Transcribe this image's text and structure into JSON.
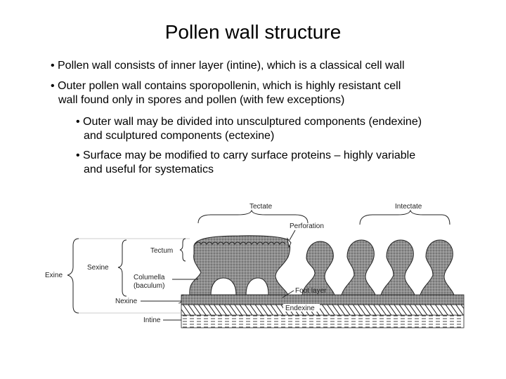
{
  "slide": {
    "title": "Pollen wall structure",
    "bullets": [
      {
        "bullet": "•",
        "line1": "Pollen wall consists of inner layer (intine), which is a classical cell wall",
        "line2": ""
      },
      {
        "bullet": "•",
        "line1": "Outer pollen wall contains sporopollenin, which is highly resistant cell",
        "line2": "wall found only in spores and pollen (with few exceptions)"
      },
      {
        "bullet": "•",
        "line1": "Outer wall may be divided into unsculptured components (endexine)",
        "line2": "and sculptured components (ectexine)"
      },
      {
        "bullet": "•",
        "line1": "Surface may be modified to carry surface proteins – highly variable",
        "line2": "and useful for systematics"
      }
    ]
  },
  "diagram": {
    "labels": {
      "tectate": "Tectate",
      "intectate": "Intectate",
      "perforation": "Perforation",
      "tectum": "Tectum",
      "sexine": "Sexine",
      "exine": "Exine",
      "columella_1": "Columella",
      "columella_2": "(baculum)",
      "foot_layer": "Foot layer",
      "nexine": "Nexine",
      "endexine": "Endexine",
      "intine": "Intine"
    }
  }
}
